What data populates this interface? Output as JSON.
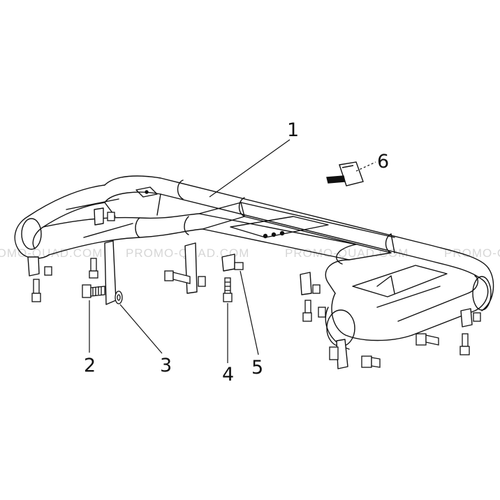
{
  "diagram": {
    "watermark": "PROMO-QUAD.COM",
    "callouts": [
      {
        "label": "1"
      },
      {
        "label": "2"
      },
      {
        "label": "3"
      },
      {
        "label": "4"
      },
      {
        "label": "5"
      },
      {
        "label": "6"
      }
    ]
  },
  "colors": {
    "line": "#111111",
    "tube": "#ffffff",
    "watermark": "#d6d6d6"
  }
}
